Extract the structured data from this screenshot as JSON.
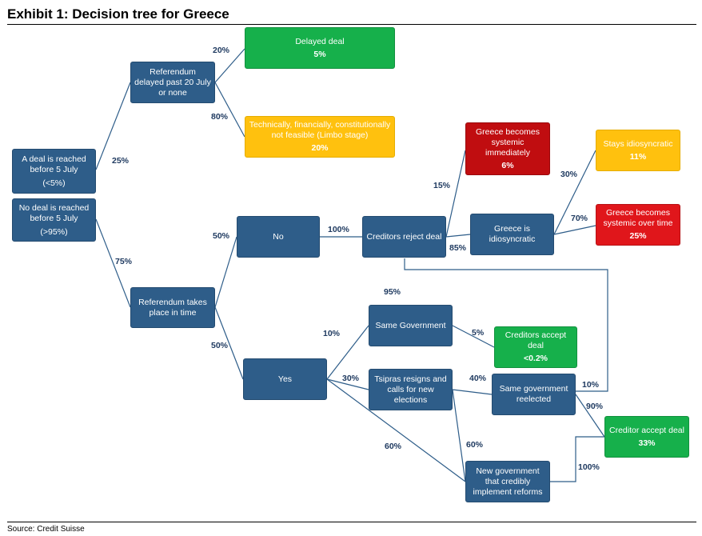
{
  "title": "Exhibit 1: Decision tree for Greece",
  "source": "Source: Credit Suisse",
  "colors": {
    "node_blue": "#2E5D89",
    "node_green": "#16B04B",
    "node_yellow": "#FFC10E",
    "node_red": "#E0161B",
    "node_dark_red": "#C00D10",
    "line": "#2E5D89",
    "percent_text": "#1F3A60"
  },
  "nodes": {
    "deal_before": {
      "label": "A deal is reached before 5 July",
      "value": "(<5%)"
    },
    "no_deal_before": {
      "label": "No deal is reached before 5 July",
      "value": "(>95%)"
    },
    "ref_delayed": {
      "label": "Referendum delayed past 20 July or none"
    },
    "delayed_deal": {
      "label": "Delayed deal",
      "value": "5%"
    },
    "limbo": {
      "label": "Technically, financially, constitutionally not feasible (Limbo stage)",
      "value": "20%"
    },
    "ref_in_time": {
      "label": "Referendum takes place in time"
    },
    "no": {
      "label": "No"
    },
    "yes": {
      "label": "Yes"
    },
    "creditors_reject": {
      "label": "Creditors reject deal"
    },
    "systemic_immediately": {
      "label": "Greece becomes systemic immediately",
      "value": "6%"
    },
    "idiosyncratic": {
      "label": "Greece is idiosyncratic"
    },
    "stays_idio": {
      "label": "Stays idiosyncratic",
      "value": "11%"
    },
    "systemic_over_time": {
      "label": "Greece becomes systemic over time",
      "value": "25%"
    },
    "same_gov": {
      "label": "Same Government"
    },
    "creditors_accept": {
      "label": "Creditors accept deal",
      "value": "<0.2%"
    },
    "tsipras": {
      "label": "Tsipras resigns and calls for new elections"
    },
    "same_gov_reelected": {
      "label": "Same government reelected"
    },
    "creditor_accept_deal": {
      "label": "Creditor accept deal",
      "value": "33%"
    },
    "new_gov": {
      "label": "New government that credibly implement reforms"
    }
  },
  "edges": {
    "p_25": "25%",
    "p_75": "75%",
    "p_20": "20%",
    "p_80": "80%",
    "p_50_no": "50%",
    "p_50_yes": "50%",
    "p_100_reject": "100%",
    "p_15": "15%",
    "p_85": "85%",
    "p_30_idio": "30%",
    "p_70": "70%",
    "p_95": "95%",
    "p_10_same": "10%",
    "p_30_tsipras": "30%",
    "p_60_yes": "60%",
    "p_5": "5%",
    "p_40": "40%",
    "p_60_new": "60%",
    "p_10_reelected": "10%",
    "p_90": "90%",
    "p_100_new": "100%"
  }
}
